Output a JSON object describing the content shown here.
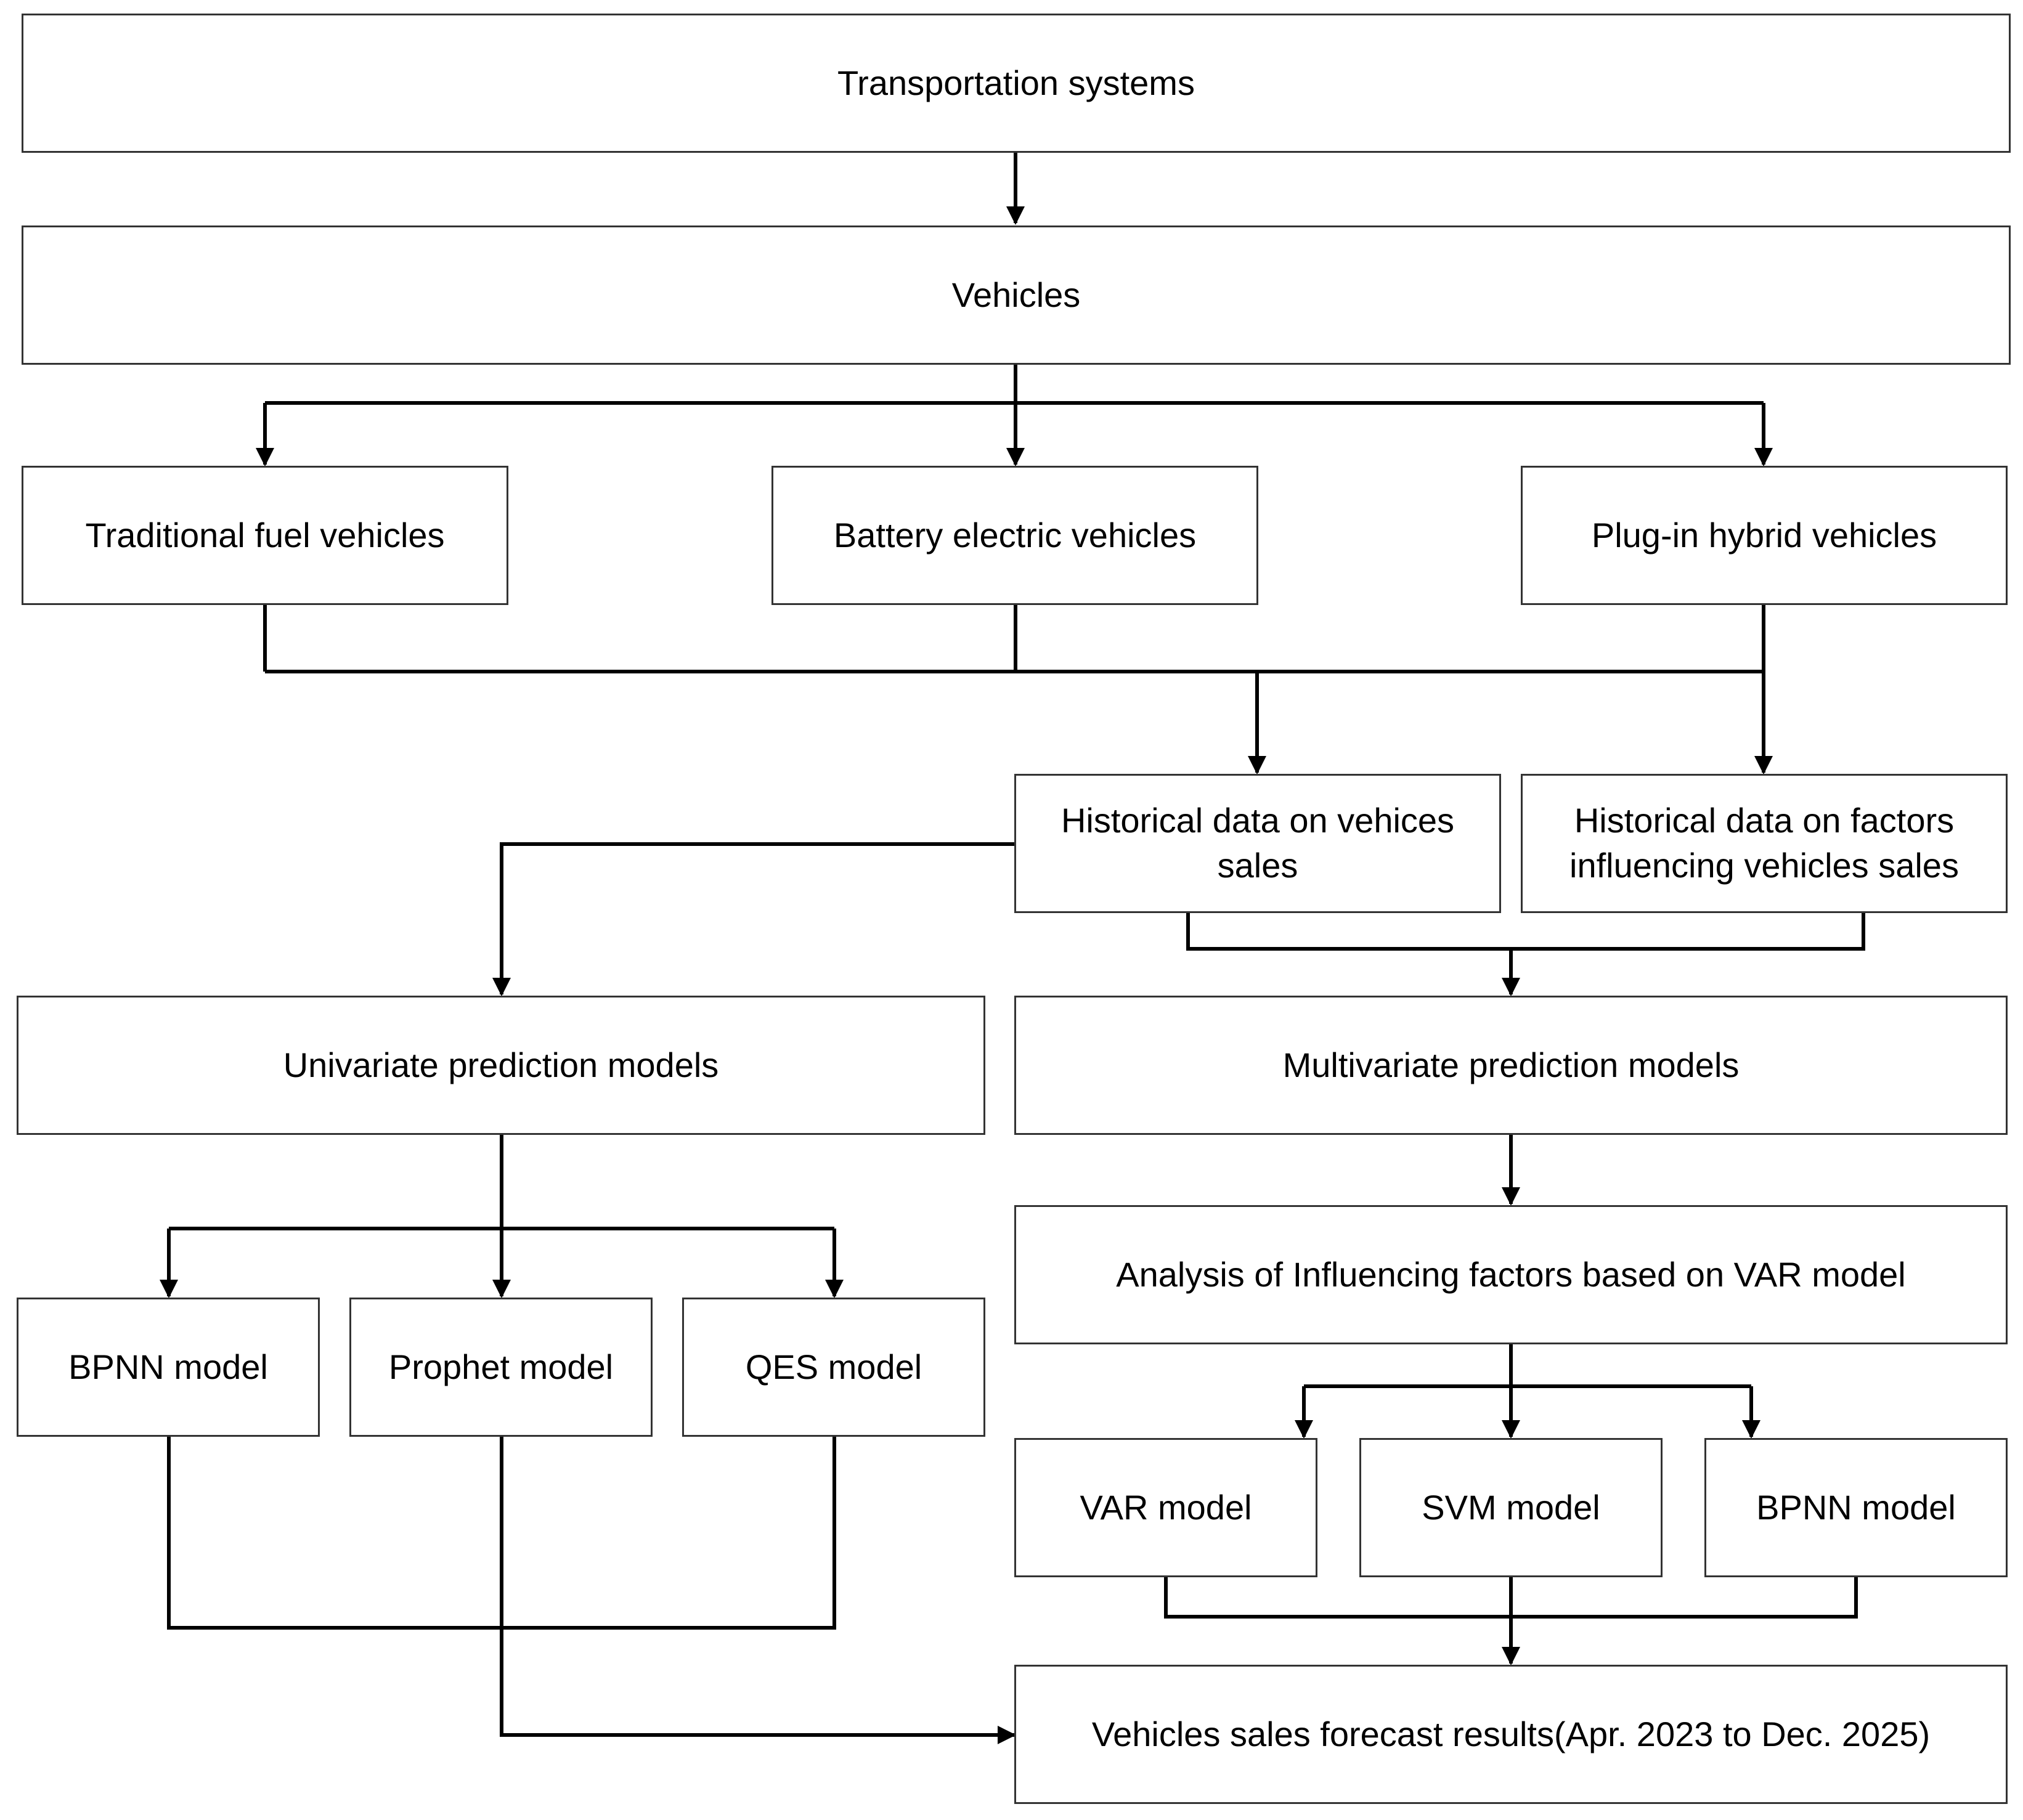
{
  "nodes": {
    "transportation": "Transportation systems",
    "vehicles": "Vehicles",
    "traditional": "Traditional fuel vehicles",
    "battery": "Battery electric vehicles",
    "plugin": "Plug-in hybrid vehicles",
    "hist_sales": "Historical data on vehices sales",
    "hist_factors": "Historical data on factors influencing vehicles sales",
    "univariate": "Univariate prediction models",
    "multivariate": "Multivariate prediction models",
    "var_analysis": "Analysis of Influencing factors based on VAR model",
    "bpnn_left": "BPNN model",
    "prophet": "Prophet model",
    "qes": "QES model",
    "var": "VAR model",
    "svm": "SVM model",
    "bpnn_right": "BPNN model",
    "results": "Vehicles sales forecast results(Apr. 2023 to Dec. 2025)"
  }
}
